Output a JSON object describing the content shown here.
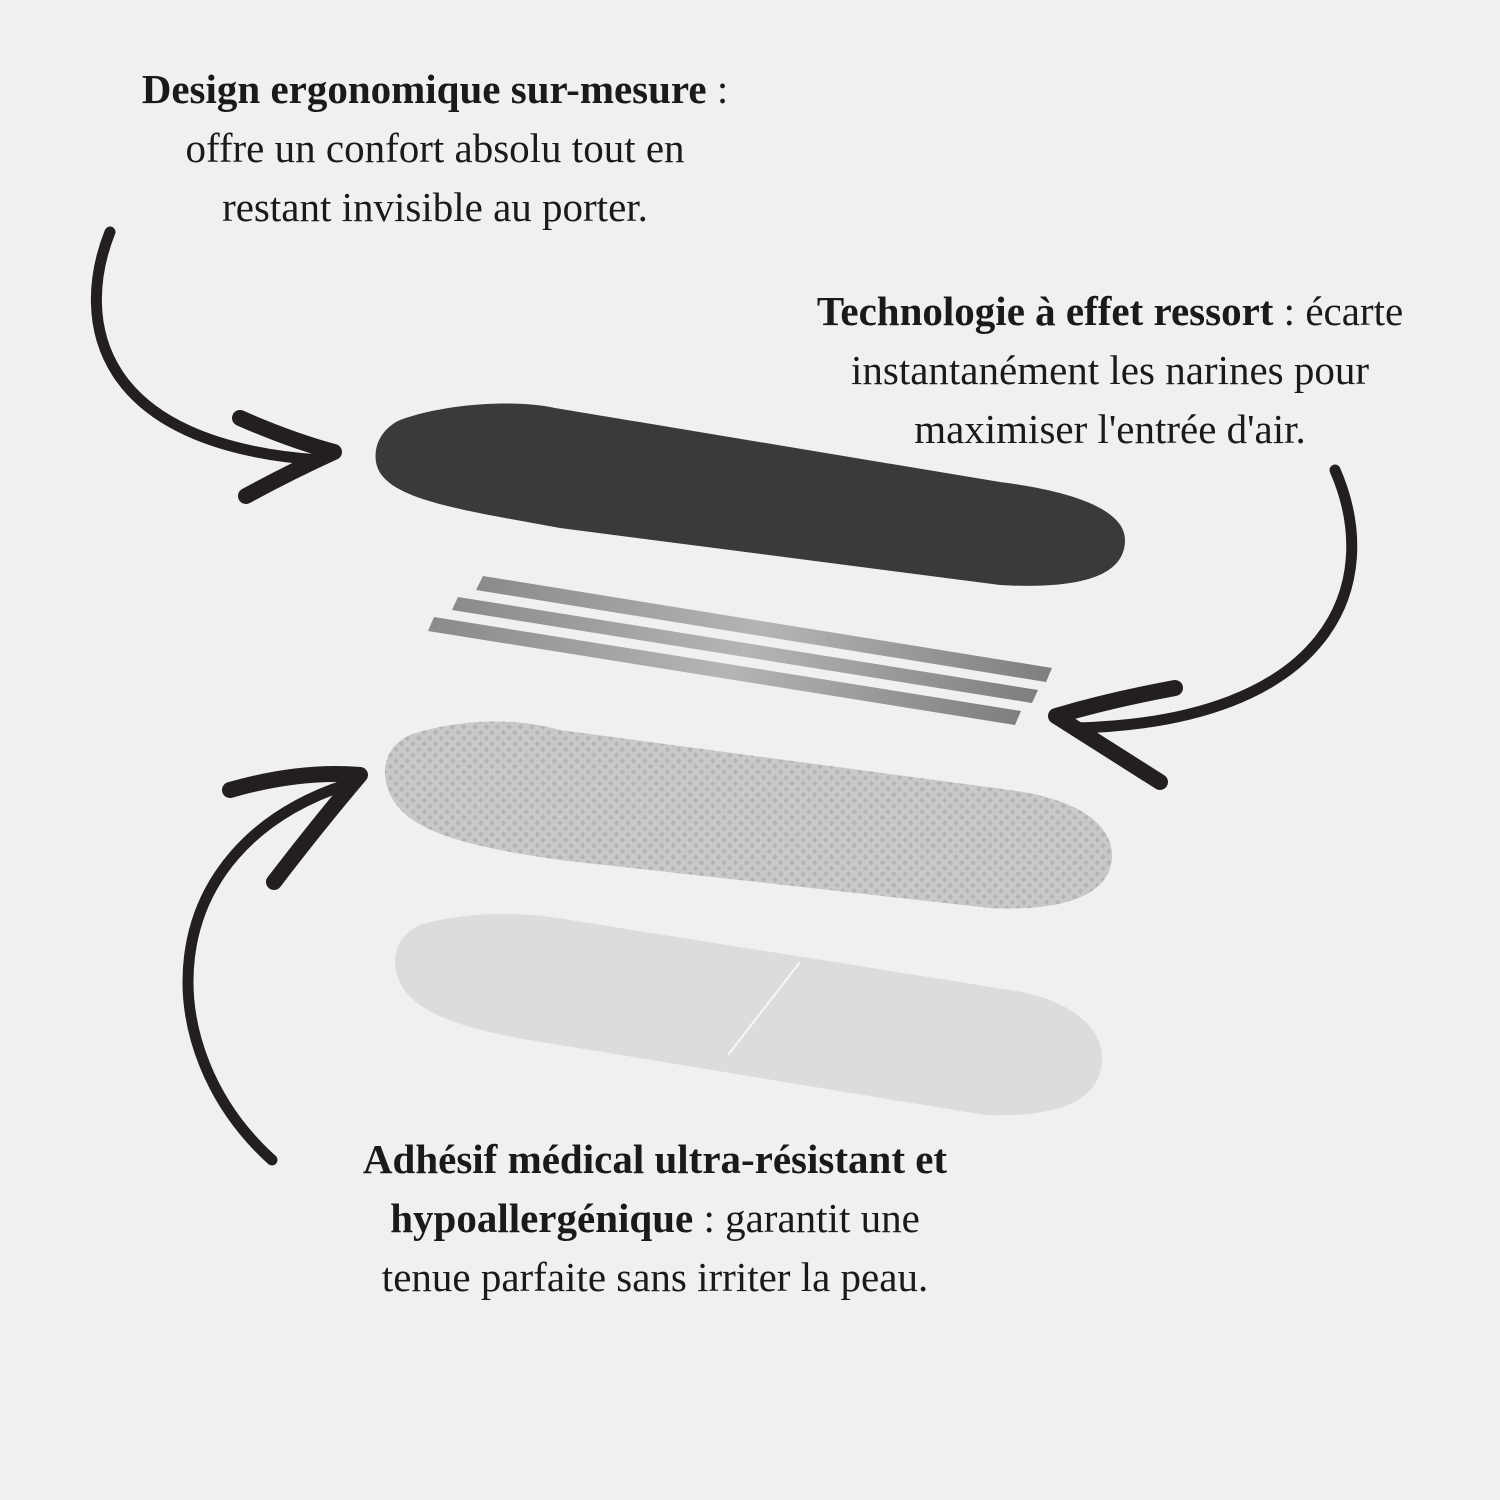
{
  "callouts": [
    {
      "bold": "Design ergonomique sur-mesure",
      "sep": " : ",
      "line1_rest": "",
      "line2": "offre un confort absolu tout en",
      "line3": "restant invisible au porter."
    },
    {
      "bold": "Technologie à effet ressort",
      "sep": " : ",
      "line1_rest": "écarte",
      "line2": "instantanément les narines pour",
      "line3": "maximiser l'entrée d'air."
    },
    {
      "bold": "Adhésif médical ultra-résistant et",
      "bold2": "hypoallergénique",
      "sep": " : ",
      "line2_rest": "garantit une",
      "line3": "tenue parfaite sans irriter la peau."
    }
  ],
  "colors": {
    "background": "#f0f0f0",
    "arrow": "#231f20",
    "top_layer": "#3a3a3a",
    "spring": "#9a9a9a",
    "mesh": "#c6c6c6",
    "liner": "#dcdcdc"
  }
}
